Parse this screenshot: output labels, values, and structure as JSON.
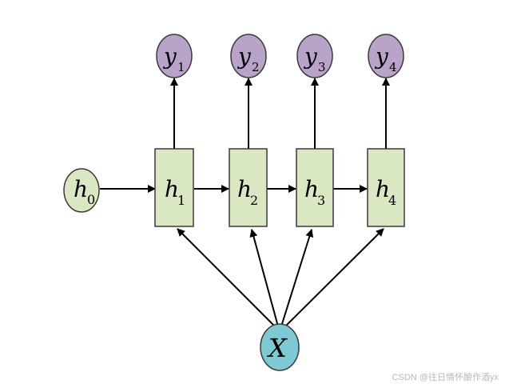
{
  "colors": {
    "h_fill": "#d9e7c3",
    "h_stroke": "#3a3a3a",
    "y_fill": "#b9a3c9",
    "x_fill": "#7fc9d3",
    "arrow": "#000000"
  },
  "nodes": {
    "h0": {
      "base": "h",
      "sub": "0"
    },
    "h": [
      {
        "base": "h",
        "sub": "1"
      },
      {
        "base": "h",
        "sub": "2"
      },
      {
        "base": "h",
        "sub": "3"
      },
      {
        "base": "h",
        "sub": "4"
      }
    ],
    "y": [
      {
        "base": "y",
        "sub": "1"
      },
      {
        "base": "y",
        "sub": "2"
      },
      {
        "base": "y",
        "sub": "3"
      },
      {
        "base": "y",
        "sub": "4"
      }
    ],
    "x": {
      "base": "X"
    }
  },
  "watermark": "CSDN @往日情怀酿作酒yx"
}
